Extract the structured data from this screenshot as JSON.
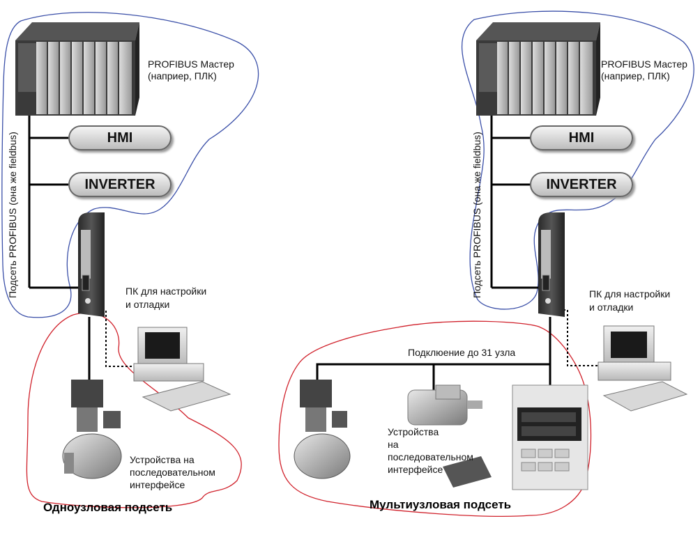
{
  "left": {
    "master_label_1": "PROFIBUS Мастер",
    "master_label_2": "(наприер, ПЛК)",
    "hmi_label": "HMI",
    "inverter_label": "INVERTER",
    "fieldbus_label": "Подсеть PROFIBUS (она же fieldbus)",
    "pc_label_1": "ПК для настройки",
    "pc_label_2": "и отладки",
    "device_label_1": "Устройства на",
    "device_label_2": "последовательном",
    "device_label_3": "интерфейсе",
    "subnet_title": "Одноузловая подсеть"
  },
  "right": {
    "master_label_1": "PROFIBUS Мастер",
    "master_label_2": "(наприер, ПЛК)",
    "hmi_label": "HMI",
    "inverter_label": "INVERTER",
    "fieldbus_label": "Подсеть PROFIBUS (она же fieldbus)",
    "pc_label_1": "ПК для настройки",
    "pc_label_2": "и отладки",
    "connection_label": "Подклюение до 31 узла",
    "device_label_1": "Устройства",
    "device_label_2": "на",
    "device_label_3": "последовательном",
    "device_label_4": "интерфейсе",
    "subnet_title": "Мультиузловая подсеть"
  },
  "colors": {
    "profibus_outline": "#3a4fa8",
    "subnet_outline": "#d0202a"
  }
}
